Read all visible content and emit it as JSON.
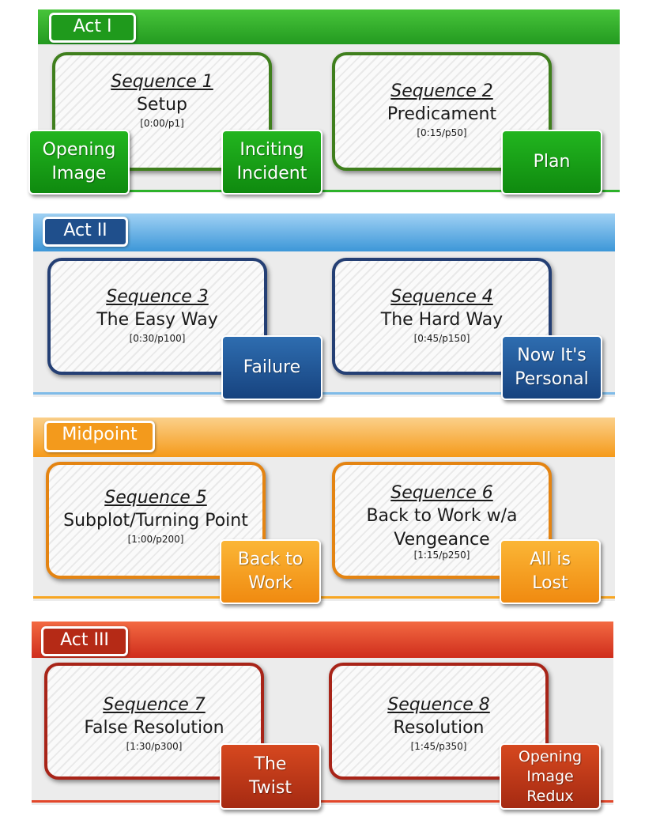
{
  "colors": {
    "act1": "#2db22a",
    "act2": "#5aaee6",
    "midpoint": "#f7a623",
    "act3": "#e2462a"
  },
  "acts": [
    {
      "label": "Act I",
      "sequences": [
        {
          "title": "Sequence 1",
          "name": "Setup",
          "time": "[0:00/p1]"
        },
        {
          "title": "Sequence 2",
          "name": "Predicament",
          "time": "[0:15/p50]"
        }
      ],
      "beats": [
        {
          "line1": "Opening",
          "line2": "Image"
        },
        {
          "line1": "Inciting",
          "line2": "Incident"
        },
        {
          "line1": "Plan",
          "line2": ""
        }
      ]
    },
    {
      "label": "Act II",
      "sequences": [
        {
          "title": "Sequence 3",
          "name": "The Easy Way",
          "time": "[0:30/p100]"
        },
        {
          "title": "Sequence 4",
          "name": "The Hard Way",
          "time": "[0:45/p150]"
        }
      ],
      "beats": [
        {
          "line1": "Failure",
          "line2": ""
        },
        {
          "line1": "Now It's",
          "line2": "Personal"
        }
      ]
    },
    {
      "label": "Midpoint",
      "sequences": [
        {
          "title": "Sequence 5",
          "name": "Subplot/Turning Point",
          "time": "[1:00/p200]"
        },
        {
          "title": "Sequence 6",
          "name": "Back to Work w/a",
          "name2": "Vengeance",
          "time": "[1:15/p250]"
        }
      ],
      "beats": [
        {
          "line1": "Back to",
          "line2": "Work"
        },
        {
          "line1": "All is",
          "line2": "Lost"
        }
      ]
    },
    {
      "label": "Act III",
      "sequences": [
        {
          "title": "Sequence 7",
          "name": "False Resolution",
          "time": "[1:30/p300]"
        },
        {
          "title": "Sequence 8",
          "name": "Resolution",
          "time": "[1:45/p350]"
        }
      ],
      "beats": [
        {
          "line1": "The",
          "line2": "Twist"
        },
        {
          "line1": "Opening",
          "line2": "Image",
          "line3": "Redux"
        }
      ]
    }
  ]
}
